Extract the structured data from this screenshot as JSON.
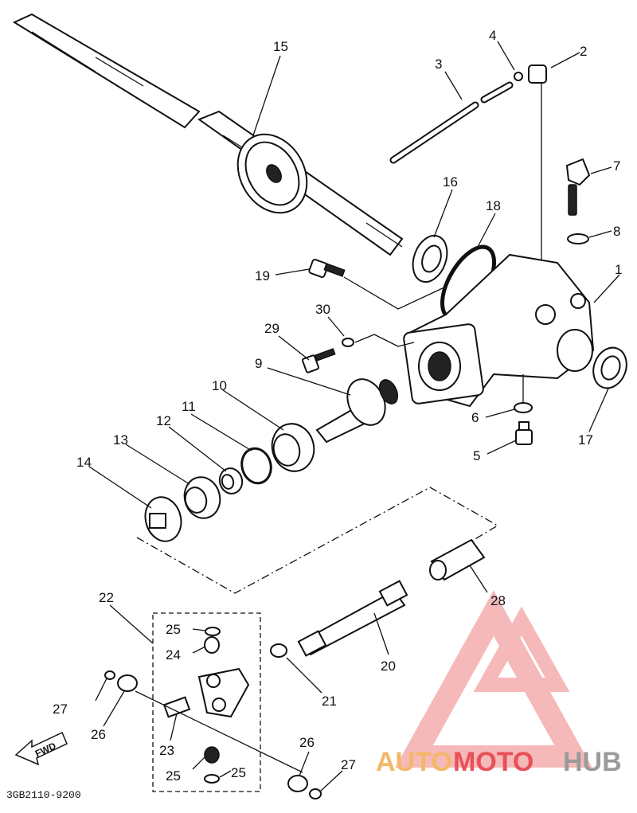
{
  "drawing_code": "3GB2110-9200",
  "direction_label": "FWD",
  "watermark": {
    "part1": "AUTO",
    "part2": "MOTO",
    "part3": "HUB",
    "colors": {
      "auto": "#f4b66a",
      "moto": "#e8505a",
      "hub": "#9a9a9a",
      "logo": "#f08080"
    }
  },
  "callouts": [
    "1",
    "2",
    "3",
    "4",
    "5",
    "6",
    "7",
    "8",
    "9",
    "10",
    "11",
    "12",
    "13",
    "14",
    "15",
    "16",
    "17",
    "18",
    "19",
    "20",
    "21",
    "22",
    "23",
    "24",
    "24",
    "25",
    "25",
    "26",
    "26",
    "27",
    "27",
    "28",
    "29",
    "30"
  ]
}
